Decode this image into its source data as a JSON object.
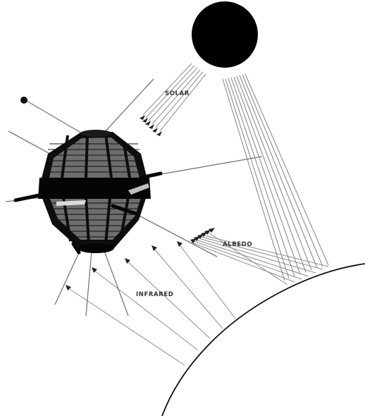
{
  "labels": {
    "solar": "SOLAR",
    "albedo": "ALBEDO",
    "infrared": "INFRARED"
  },
  "colors": {
    "background": "#ffffff",
    "ink": "#111111",
    "ray": "#888888",
    "sun": "#000000"
  }
}
